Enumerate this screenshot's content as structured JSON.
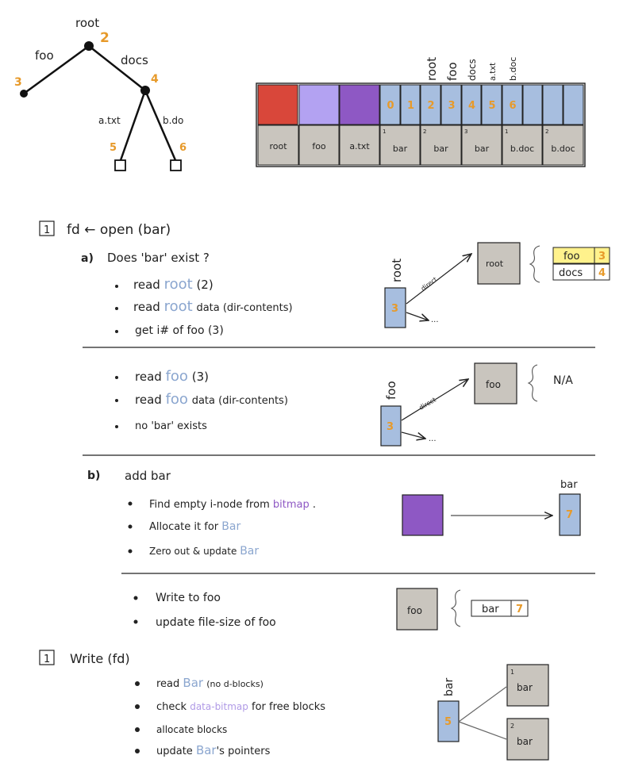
{
  "colors": {
    "inode_block": "#a7bedf",
    "data_block": "#c9c5be",
    "accent_orange": "#e79a2a",
    "red_block": "#d9473a",
    "lavender_block": "#b3a2f2",
    "purple_block": "#8e58c4",
    "highlight_yellow": "#fff28c"
  },
  "tree": {
    "root_label": "root",
    "root_num": "2",
    "foo_label": "foo",
    "foo_num": "3",
    "docs_label": "docs",
    "docs_num": "4",
    "atxt_label": "a.txt",
    "atxt_num": "5",
    "bdo_label": "b.do",
    "bdo_num": "6"
  },
  "disk": {
    "top_labels": [
      "root",
      "foo",
      "docs",
      "a.txt",
      "b.doc"
    ],
    "inode_nums": [
      "0",
      "1",
      "2",
      "3",
      "4",
      "5",
      "6"
    ],
    "data_labels": [
      "root",
      "foo",
      "a.txt",
      "bar",
      "bar",
      "bar",
      "b.doc",
      "b.doc"
    ],
    "data_sups": [
      "",
      "",
      "",
      "1",
      "2",
      "3",
      "1",
      "2"
    ]
  },
  "step1": {
    "box": "1",
    "title": "fd ← open (bar)",
    "a_label": "a)",
    "a_title": "Does 'bar' exist ?",
    "bullet1_pre": "read",
    "bullet1_word": "root",
    "bullet1_num": "(2)",
    "bullet2_pre": "read",
    "bullet2_word": "root",
    "bullet2_post": "data (dir-contents)",
    "bullet3_pre": "get i# of foo",
    "bullet3_num": "(3)",
    "root_vlabel": "root",
    "inode_num": "3",
    "direct": "direct",
    "dots": "...",
    "data_box": "root",
    "table": [
      {
        "name": "foo",
        "num": "3"
      },
      {
        "name": "docs",
        "num": "4"
      }
    ]
  },
  "step1b": {
    "bullet1_pre": "read",
    "bullet1_word": "foo",
    "bullet1_num": "(3)",
    "bullet2_pre": "read",
    "bullet2_word": "foo",
    "bullet2_post": "data (dir-contents)",
    "bullet3": "no 'bar' exists",
    "foo_vlabel": "foo",
    "inode_num": "3",
    "direct": "direct",
    "dots": "...",
    "data_box": "foo",
    "na": "N/A"
  },
  "stepB": {
    "label": "b)",
    "title": "add bar",
    "bullet1_pre": "Find empty i-node from",
    "bullet1_word": "bitmap",
    "bullet1_post": ".",
    "bullet2_pre": "Allocate it for",
    "bullet2_word": "Bar",
    "bullet3_pre": "Zero out & update",
    "bullet3_word": "Bar",
    "bar_label": "bar",
    "bar_num": "7"
  },
  "stepB2": {
    "bullet1": "Write to foo",
    "bullet2": "update file-size of foo",
    "data_box": "foo",
    "entry_name": "bar",
    "entry_num": "7"
  },
  "step2": {
    "box": "1",
    "title": "Write (fd)",
    "bullet1_pre": "read",
    "bullet1_word": "Bar",
    "bullet1_post": "(no d-blocks)",
    "bullet2_pre": "check",
    "bullet2_word": "data-bitmap",
    "bullet2_post": "for free blocks",
    "bullet3": "allocate blocks",
    "bullet4_word": "Bar",
    "bullet4_post": "'s pointers",
    "bullet4_pre": "update",
    "bar_vlabel": "bar",
    "inode_num": "5",
    "block1_sup": "1",
    "block1": "bar",
    "block2_sup": "2",
    "block2": "bar"
  }
}
